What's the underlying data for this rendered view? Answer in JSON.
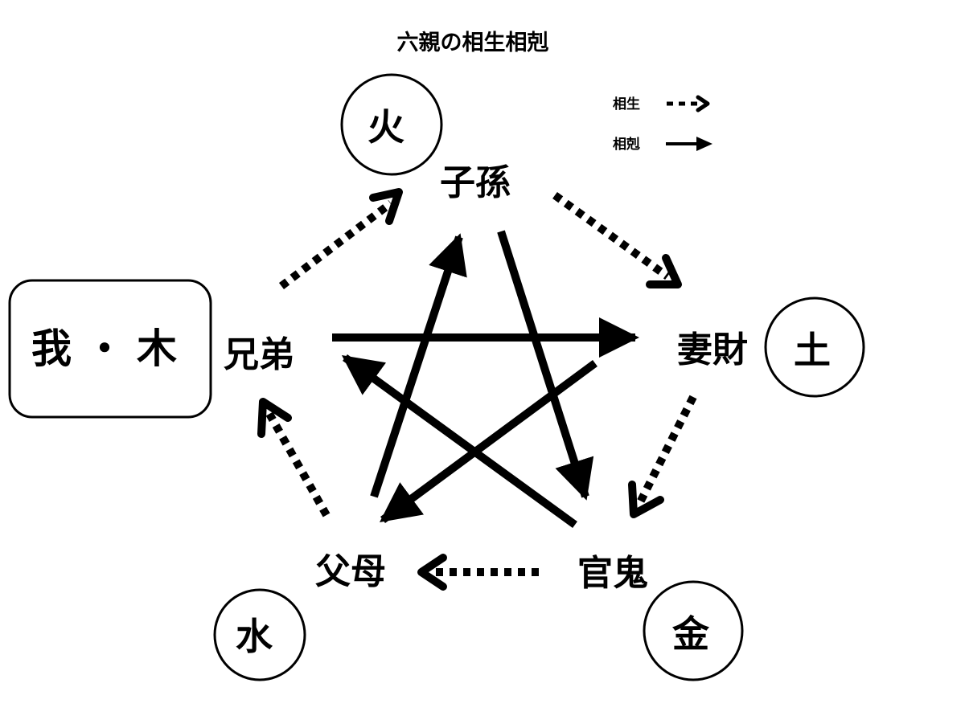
{
  "title": "六親の相生相剋",
  "legend": {
    "generate_label": "相生",
    "generate_style": "dashed-arrow",
    "overcome_label": "相剋",
    "overcome_style": "solid-arrow"
  },
  "self_box": {
    "label": "我・木",
    "parts": [
      "我",
      "・",
      "木"
    ]
  },
  "relations": {
    "siblings": "兄弟",
    "offspring": "子孫",
    "wealth": "妻財",
    "officer": "官鬼",
    "parents": "父母"
  },
  "elements": {
    "fire": "火",
    "earth": "土",
    "metal": "金",
    "water": "水"
  },
  "generating_cycle": [
    "兄弟",
    "子孫",
    "妻財",
    "官鬼",
    "父母"
  ],
  "generating_edges": [
    {
      "from": "兄弟",
      "to": "子孫"
    },
    {
      "from": "子孫",
      "to": "妻財"
    },
    {
      "from": "妻財",
      "to": "官鬼"
    },
    {
      "from": "官鬼",
      "to": "父母"
    },
    {
      "from": "父母",
      "to": "兄弟"
    }
  ],
  "overcoming_edges": [
    {
      "from": "兄弟",
      "to": "妻財"
    },
    {
      "from": "子孫",
      "to": "官鬼"
    },
    {
      "from": "妻財",
      "to": "父母"
    },
    {
      "from": "官鬼",
      "to": "兄弟"
    },
    {
      "from": "父母",
      "to": "子孫"
    }
  ],
  "colors": {
    "ink": "#000000",
    "background": "#ffffff"
  }
}
